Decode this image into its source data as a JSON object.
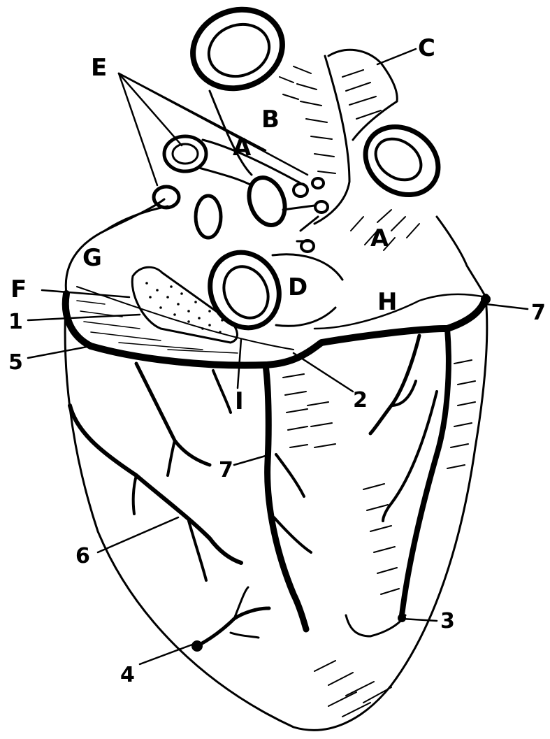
{
  "colors": {
    "ink": "#000000",
    "paper": "#ffffff"
  },
  "labels": {
    "A": "A",
    "A2": "A",
    "B": "B",
    "C": "C",
    "D": "D",
    "E": "E",
    "F": "F",
    "G": "G",
    "H": "H",
    "I": "I",
    "n1": "1",
    "n2": "2",
    "n3": "3",
    "n4": "4",
    "n5": "5",
    "n6": "6",
    "n7a": "7",
    "n7b": "7"
  }
}
